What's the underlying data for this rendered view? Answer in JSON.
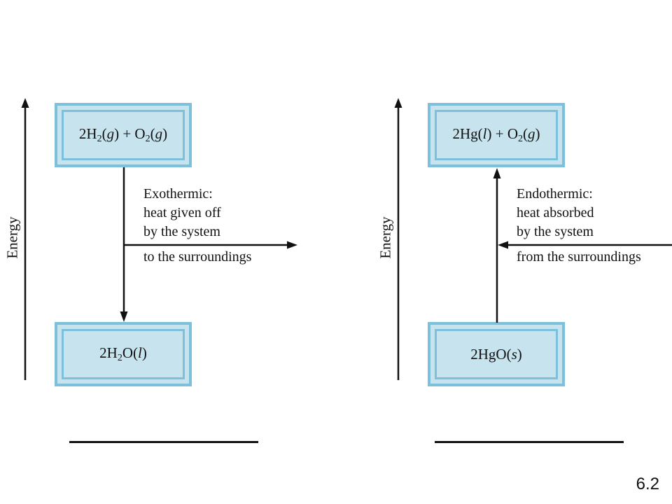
{
  "panels": {
    "exothermic": {
      "axis_label": "Energy",
      "top_state": "2H2(g) + O2(g)",
      "bottom_state": "2H2O(l)",
      "caption_lines": [
        "Exothermic:",
        "heat given off",
        "by the system"
      ],
      "caption_below": "to the surroundings"
    },
    "endothermic": {
      "axis_label": "Energy",
      "top_state": "2Hg(l) + O2(g)",
      "bottom_state": "2HgO(s)",
      "caption_lines": [
        "Endothermic:",
        "heat absorbed",
        "by the system"
      ],
      "caption_below": "from the surroundings"
    }
  },
  "slide_number": "6.2",
  "colors": {
    "box_fill": "#c7e4ee",
    "box_border": "#7cc0dc",
    "ink": "#111111"
  }
}
